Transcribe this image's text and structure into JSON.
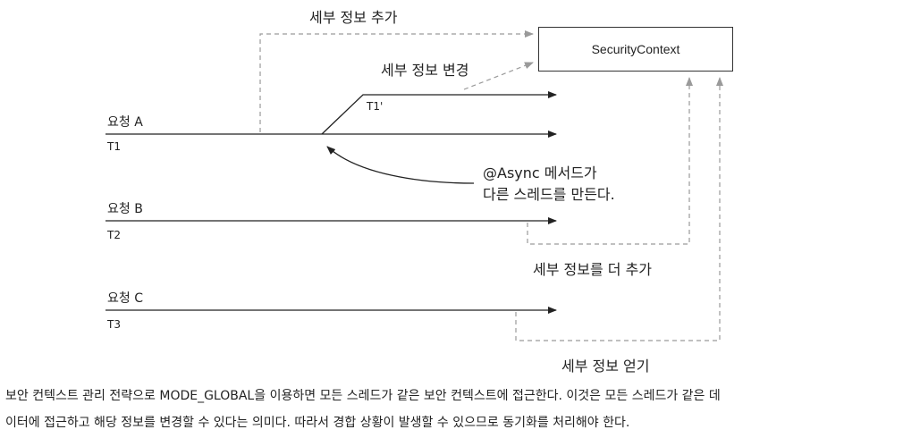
{
  "diagram": {
    "security_context": "SecurityContext",
    "add_details": "세부 정보 추가",
    "change_details": "세부 정보 변경",
    "add_more_details": "세부 정보를 더 추가",
    "get_details": "세부 정보 얻기",
    "async_note_line1": "@Async 메서드가",
    "async_note_line2": "다른 스레드를 만든다.",
    "requests": [
      {
        "label": "요청 A",
        "thread": "T1"
      },
      {
        "label": "요청 B",
        "thread": "T2"
      },
      {
        "label": "요청 C",
        "thread": "T3"
      }
    ],
    "spawned_thread": "T1'"
  },
  "caption": {
    "line1": "보안 컨텍스트 관리 전략으로 MODE_GLOBAL을 이용하면 모든 스레드가 같은 보안 컨텍스트에 접근한다. 이것은 모든 스레드가 같은 데",
    "line2": "이터에 접근하고 해당 정보를 변경할 수 있다는 의미다. 따라서 경합 상황이 발생할 수 있으므로 동기화를 처리해야 한다."
  }
}
